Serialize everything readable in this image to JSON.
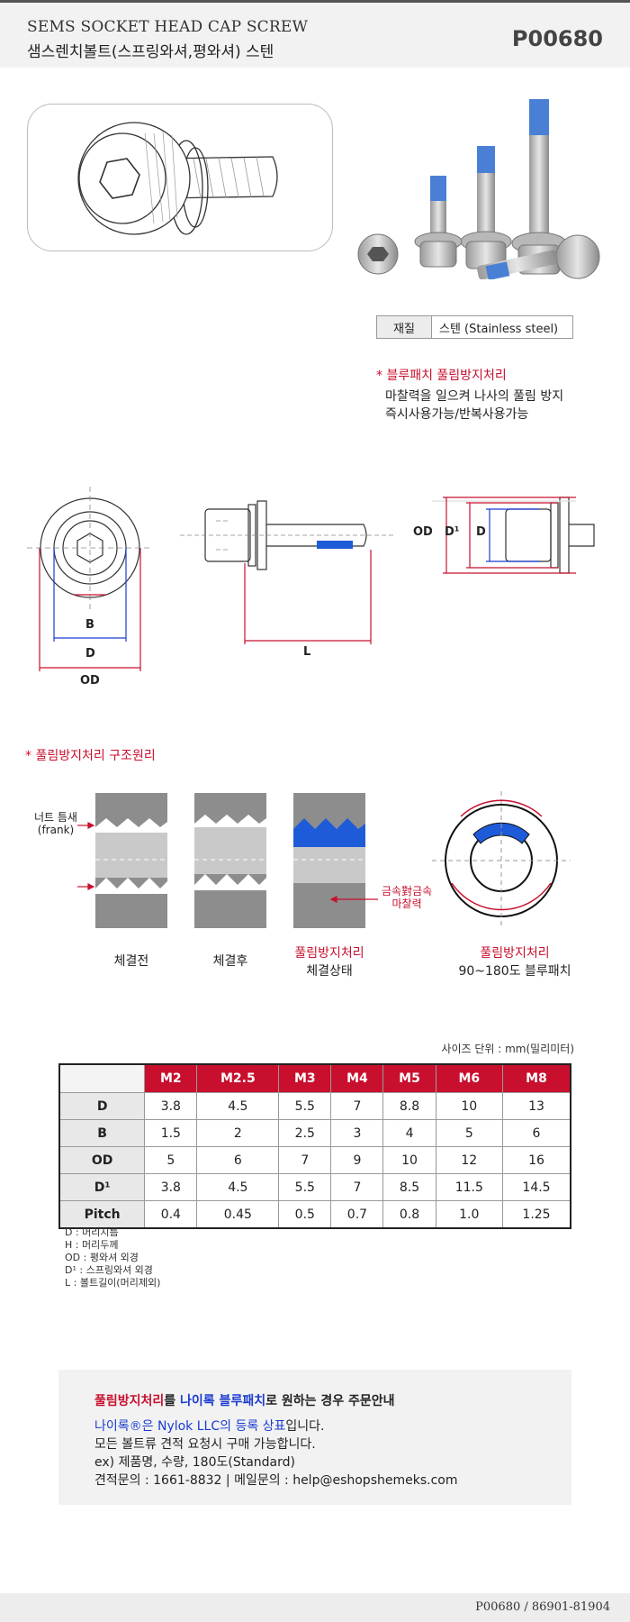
{
  "header": {
    "title_en": "SEMS SOCKET HEAD CAP SCREW",
    "title_ko": "샘스렌치볼트(스프링와셔,평와셔) 스텐",
    "code": "P00680"
  },
  "material": {
    "key": "재질",
    "value": "스텐 (Stainless steel)"
  },
  "feature": {
    "title": "* 블루패치 풀림방지처리",
    "lines": [
      "마찰력을 일으켜 나사의 풀림 방지",
      "즉시사용가능/반복사용가능"
    ]
  },
  "dims": {
    "B": "B",
    "D": "D",
    "OD": "OD",
    "L": "L",
    "D1": "D¹"
  },
  "principle": {
    "title": "* 풀림방지처리 구조원리",
    "gap_label_1": "너트 틈새",
    "gap_label_2": "(frank)",
    "friction_1": "금속對금속",
    "friction_2": "마찰력",
    "cap_before": "체결전",
    "cap_after": "체결후",
    "cap_treated_1": "풀림방지처리",
    "cap_treated_2": "체결상태",
    "cap_ring_1": "풀림방지처리",
    "cap_ring_2": "90~180도 블루패치"
  },
  "size_table": {
    "unit": "사이즈 단위 : mm(밀리미터)",
    "columns": [
      "M2",
      "M2.5",
      "M3",
      "M4",
      "M5",
      "M6",
      "M8"
    ],
    "rows": [
      {
        "label": "D",
        "values": [
          "3.8",
          "4.5",
          "5.5",
          "7",
          "8.8",
          "10",
          "13"
        ]
      },
      {
        "label": "B",
        "values": [
          "1.5",
          "2",
          "2.5",
          "3",
          "4",
          "5",
          "6"
        ]
      },
      {
        "label": "OD",
        "values": [
          "5",
          "6",
          "7",
          "9",
          "10",
          "12",
          "16"
        ]
      },
      {
        "label": "D¹",
        "values": [
          "3.8",
          "4.5",
          "5.5",
          "7",
          "8.5",
          "11.5",
          "14.5"
        ]
      },
      {
        "label": "Pitch",
        "values": [
          "0.4",
          "0.45",
          "0.5",
          "0.7",
          "0.8",
          "1.0",
          "1.25"
        ]
      }
    ]
  },
  "notes": [
    "D : 머리지름",
    "H : 머리두께",
    "OD : 평와셔 외경",
    "D¹ : 스프링와셔 외경",
    "L : 볼트길이(머리제외)"
  ],
  "order_box": {
    "l1_a": "풀림방지처리",
    "l1_b": "를 ",
    "l1_c": "나이록 블루패치",
    "l1_d": "로 원하는 경우 주문안내",
    "l2_a": "나이록®은 Nylok LLC의 등록 상표",
    "l2_b": "입니다.",
    "l3": "모든 볼트류 견적 요청시 구매 가능합니다.",
    "l4": "ex) 제품명, 수량, 180도(Standard)",
    "l5": "견적문의 : 1661-8832 | 메일문의 : help@eshopshemeks.com"
  },
  "footer": "P00680 / 86901-81904",
  "colors": {
    "accent_red": "#c8102e",
    "blue_patch": "#1e5bd8"
  }
}
